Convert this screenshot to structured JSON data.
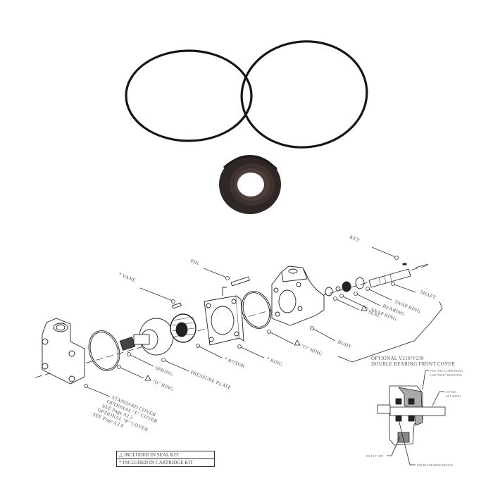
{
  "photo": {
    "items": [
      "o-ring-large-left",
      "o-ring-large-right",
      "shaft-seal"
    ]
  },
  "labels": {
    "key": "KEY",
    "pin": "PIN",
    "vane": "* VANE",
    "shaft": "SHAFT",
    "snap_ring_1": "SNAP RING",
    "bearing": "BEARING",
    "snap_ring_2": "SNAP RING",
    "seal": "SEAL",
    "body": "BODY",
    "o_ring_body": "\"O\" RING",
    "ring": "* RING",
    "rotor": "* ROTOR",
    "pressure_plate": "PRESSURE PLATE",
    "spring": "SPRING",
    "o_ring_cover": "\"O\" RING",
    "cover_lines": [
      "STANDARD COVER",
      "OPTIONAL \"F\" COVER",
      "SEE Page A2.5",
      "OPTIONAL \"P\" COVER",
      "SEE Page A2.6"
    ],
    "optional_lines": [
      "OPTIONAL V210/V230",
      "DOUBLE BEARING FRONT COVER"
    ]
  },
  "inset": {
    "mounting_lines": [
      "V210 \"SAE A\" MOUNTING",
      "V230 \"FACE\" MOUNTING"
    ],
    "shaft_lines": [
      "5/8\" DIA",
      "KEY SHAFT"
    ],
    "inlet": "INLET 1\" NPT",
    "double_bearing": "DOUBLE BEARING DESIGN"
  },
  "legend": {
    "seal_kit": "△ INCLUDED IN SEAL KIT",
    "cartridge_kit": "*  INCLUDED IN CARTRIDGE KIT"
  }
}
